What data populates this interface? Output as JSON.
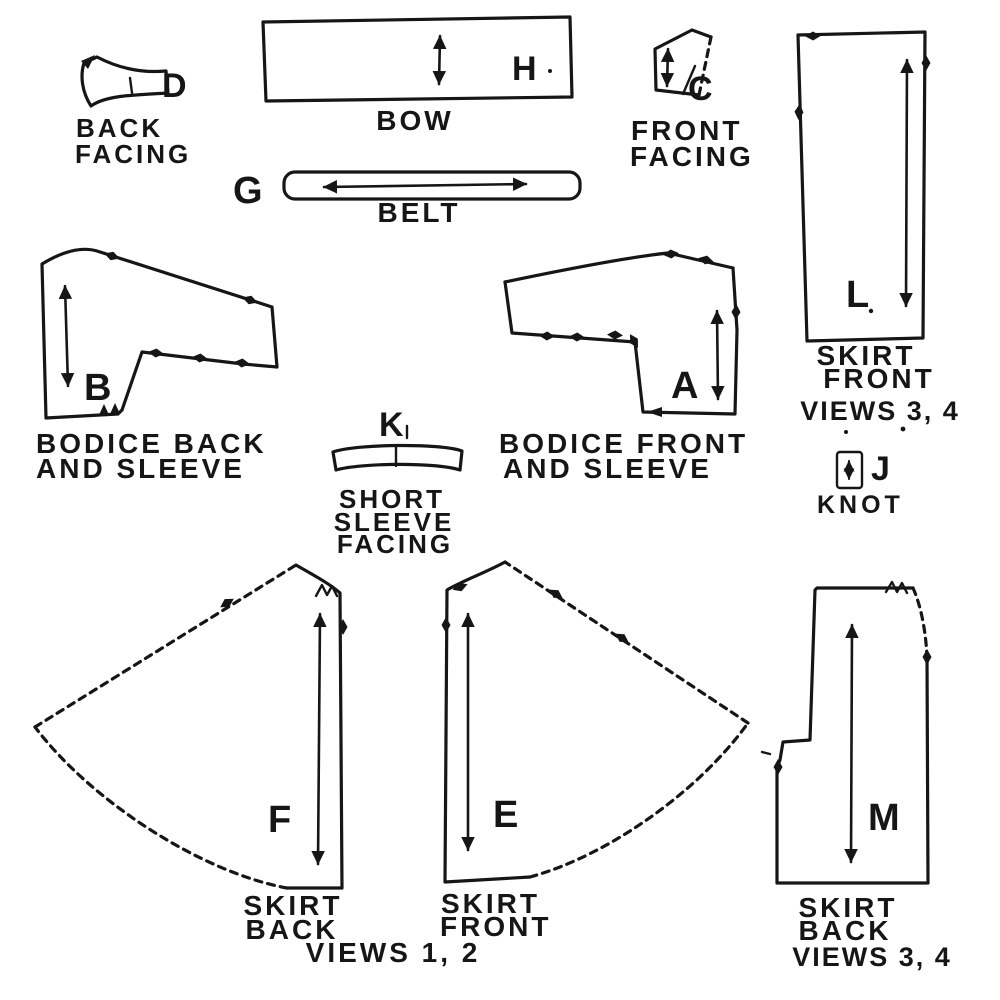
{
  "page": {
    "description": "Sewing pattern cutting diagram with lettered pattern pieces",
    "background_color": "#ffffff",
    "ink_color": "#161616"
  },
  "pieces": {
    "back_facing": {
      "letter": "D",
      "line1": "BACK",
      "line2": "FACING"
    },
    "bow": {
      "letter": "H",
      "caption": "BOW"
    },
    "front_facing": {
      "letter": "C",
      "line1": "FRONT",
      "line2": "FACING"
    },
    "belt": {
      "letter": "G",
      "caption": "BELT"
    },
    "bodice_back": {
      "letter": "B",
      "line1": "BODICE BACK",
      "line2": "AND SLEEVE"
    },
    "bodice_front": {
      "letter": "A",
      "line1": "BODICE FRONT",
      "line2": "AND SLEEVE"
    },
    "skirt_front_34": {
      "letter": "L",
      "line1": "SKIRT",
      "line2": "FRONT",
      "views": "VIEWS 3, 4"
    },
    "short_sleeve_facing": {
      "letter": "K",
      "line1": "SHORT",
      "line2": "SLEEVE",
      "line3": "FACING"
    },
    "knot": {
      "letter": "J",
      "caption": "KNOT"
    },
    "skirt_back_12": {
      "letter": "F",
      "line1": "SKIRT",
      "line2": "BACK"
    },
    "skirt_front_12": {
      "letter": "E",
      "line1": "SKIRT",
      "line2": "FRONT"
    },
    "views_12_caption": "VIEWS 1, 2",
    "skirt_back_34": {
      "letter": "M",
      "line1": "SKIRT",
      "line2": "BACK",
      "views": "VIEWS 3, 4"
    }
  }
}
